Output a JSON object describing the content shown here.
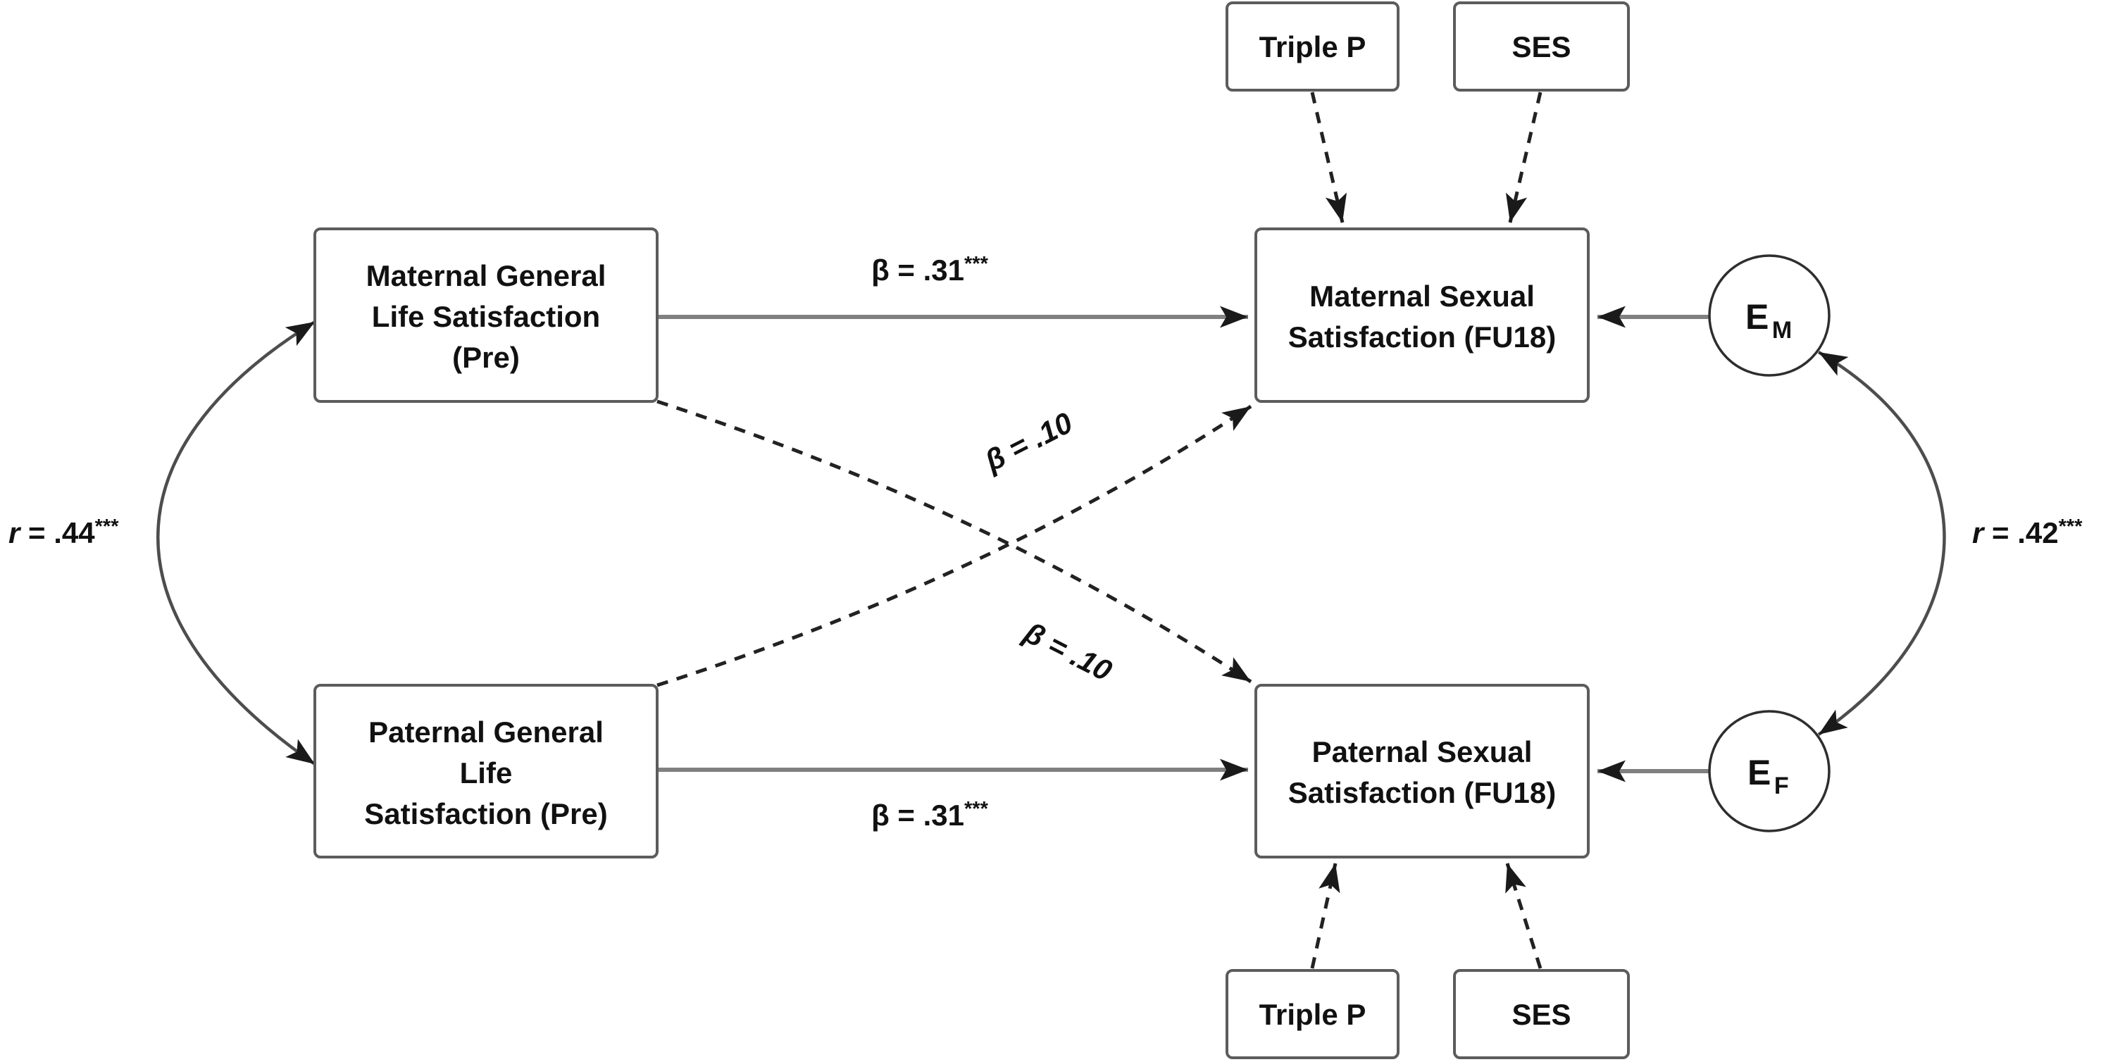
{
  "diagram_type": "structural-equation-path-model",
  "nodes": {
    "triple_p_top": {
      "label": "Triple P"
    },
    "ses_top": {
      "label": "SES"
    },
    "mat_gen": {
      "lines": [
        "Maternal General",
        "Life Satisfaction",
        "(Pre)"
      ]
    },
    "mat_sex": {
      "lines": [
        "Maternal Sexual",
        "Satisfaction (FU18)"
      ]
    },
    "pat_gen": {
      "lines": [
        "Paternal General",
        "Life",
        "Satisfaction (Pre)"
      ]
    },
    "pat_sex": {
      "lines": [
        "Paternal Sexual",
        "Satisfaction (FU18)"
      ]
    },
    "error_maternal": {
      "base": "E",
      "sub": "M"
    },
    "error_paternal": {
      "base": "E",
      "sub": "F"
    },
    "triple_p_bottom": {
      "label": "Triple P"
    },
    "ses_bottom": {
      "label": "SES"
    }
  },
  "edges": {
    "mat_stability": {
      "value": "β = .31",
      "sig": "***"
    },
    "pat_stability": {
      "value": "β = .31",
      "sig": "***"
    },
    "cross_to_mat": {
      "value": "β = .10"
    },
    "cross_to_pat": {
      "value": "β = .10"
    },
    "pre_correlation": {
      "var": "r",
      "value": " = .44",
      "sig": "***"
    },
    "fu_correlation": {
      "var": "r",
      "value": " = .42",
      "sig": "***"
    }
  },
  "colors": {
    "background": "#ffffff",
    "box_border": "#5c5c5c",
    "solid_path": "#808080",
    "dashed_path": "#222222",
    "correlation_curve": "#4d4d4d",
    "arrowhead": "#1a1a1a",
    "text": "#111111"
  }
}
